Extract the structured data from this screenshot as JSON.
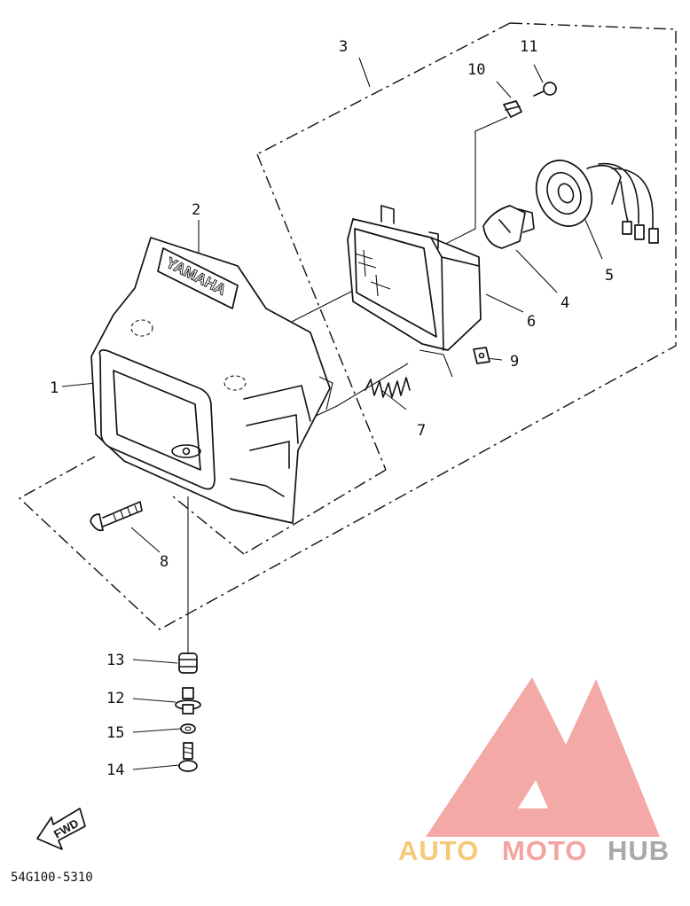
{
  "diagram": {
    "callouts": [
      {
        "id": "c1",
        "text": "1"
      },
      {
        "id": "c2",
        "text": "2"
      },
      {
        "id": "c3",
        "text": "3"
      },
      {
        "id": "c4",
        "text": "4"
      },
      {
        "id": "c5",
        "text": "5"
      },
      {
        "id": "c6",
        "text": "6"
      },
      {
        "id": "c7",
        "text": "7"
      },
      {
        "id": "c8",
        "text": "8"
      },
      {
        "id": "c9",
        "text": "9"
      },
      {
        "id": "c10",
        "text": "10"
      },
      {
        "id": "c11",
        "text": "11"
      },
      {
        "id": "c12",
        "text": "12"
      },
      {
        "id": "c13",
        "text": "13"
      },
      {
        "id": "c14",
        "text": "14"
      },
      {
        "id": "c15",
        "text": "15"
      }
    ],
    "emblem_text": "YAMAHA",
    "fwd_label": "FWD",
    "part_code": "54G100-5310"
  },
  "watermark": {
    "auto": "AUTO",
    "moto": "MOTO",
    "hub": "HUB",
    "colors": {
      "auto": "#f7c878",
      "moto": "#f3a3a0",
      "hub": "#a9a9a9",
      "logo": "#f2a09c"
    }
  }
}
